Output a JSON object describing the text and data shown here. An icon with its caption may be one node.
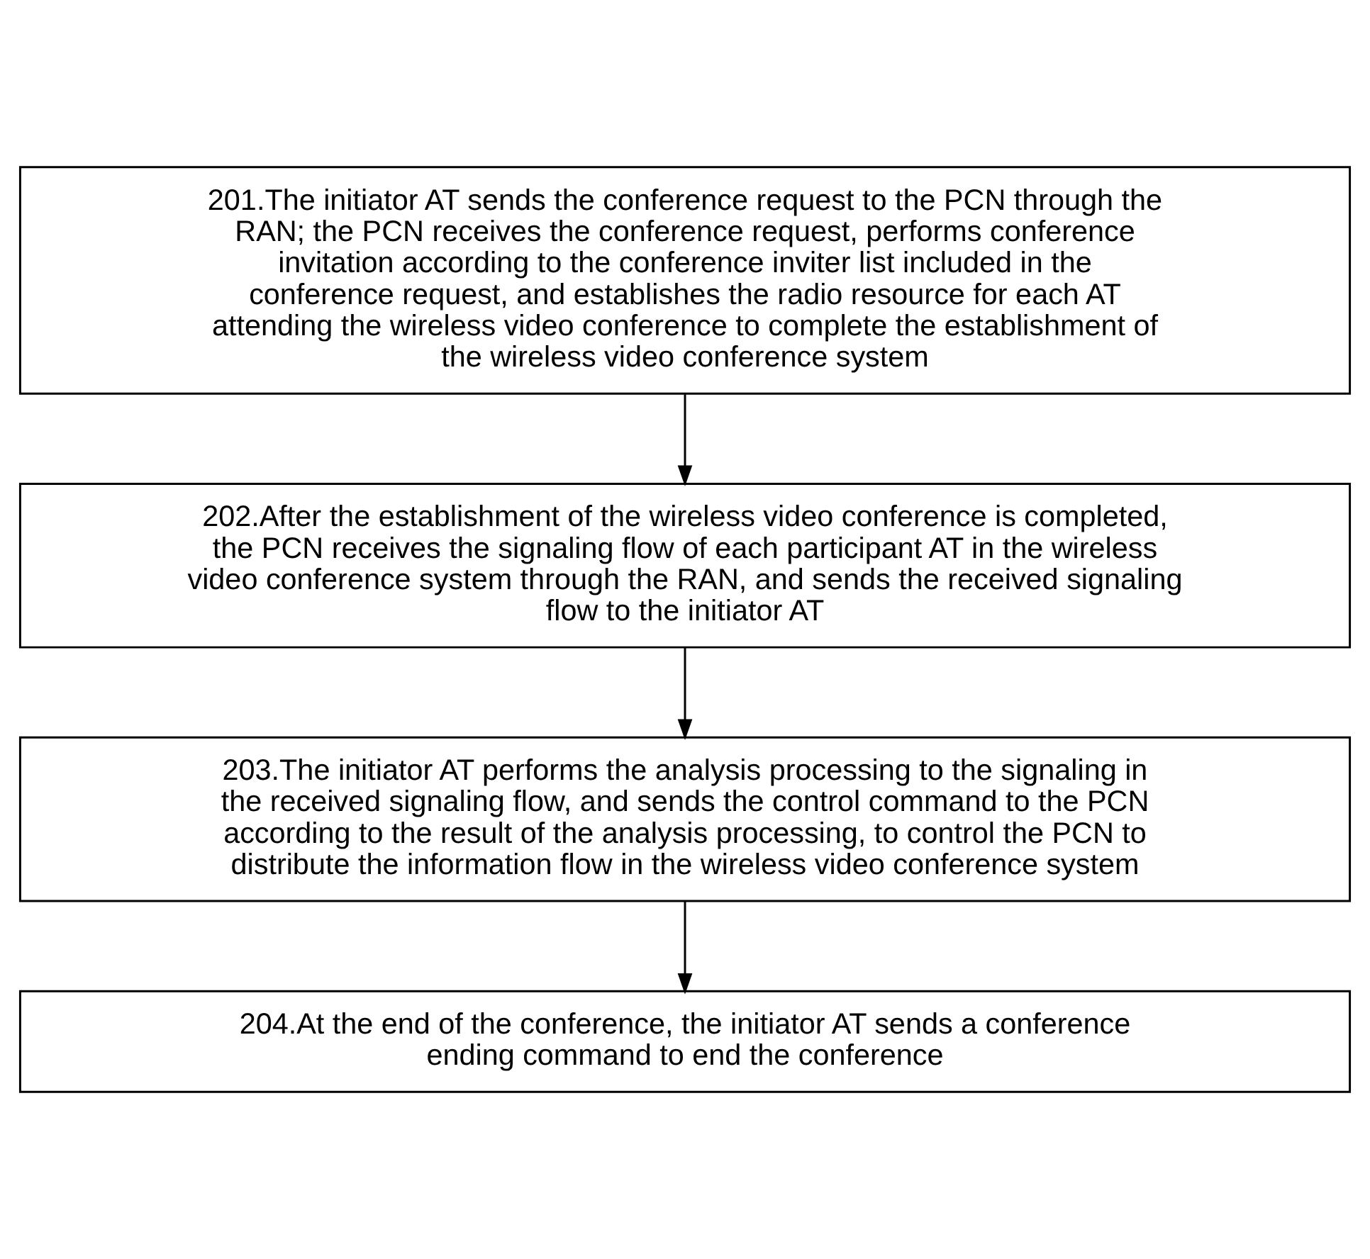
{
  "diagram": {
    "nodes": [
      {
        "text": [
          "201.The initiator AT sends the conference request to the PCN through the RAN; the PCN receives the conference request, performs conference invitation according to the conference inviter list included in the conference request, and establishes the radio resource for each AT attending the wireless video conference to complete the establishment of the wireless video conference system"
        ]
      },
      {
        "text": [
          "202.After the establishment of the wireless video conference is completed, the PCN receives the signaling flow of each participant AT in the wireless video conference system through the RAN, and sends the received signaling flow to the initiator AT"
        ]
      },
      {
        "text": [
          "203.The initiator AT performs the analysis processing to the signaling in the received signaling flow, and sends the control command to the PCN according to the result of the analysis processing, to control the PCN to distribute the information flow in the wireless video conference system"
        ]
      },
      {
        "text": [
          "204.At the end of the conference, the initiator AT sends a conference ending command to end the conference"
        ]
      }
    ],
    "edges": [
      {
        "from": 0,
        "to": 1,
        "arrow": "to"
      },
      {
        "from": 1,
        "to": 2,
        "arrow": "to"
      },
      {
        "from": 2,
        "to": 3,
        "arrow": "to"
      }
    ]
  }
}
